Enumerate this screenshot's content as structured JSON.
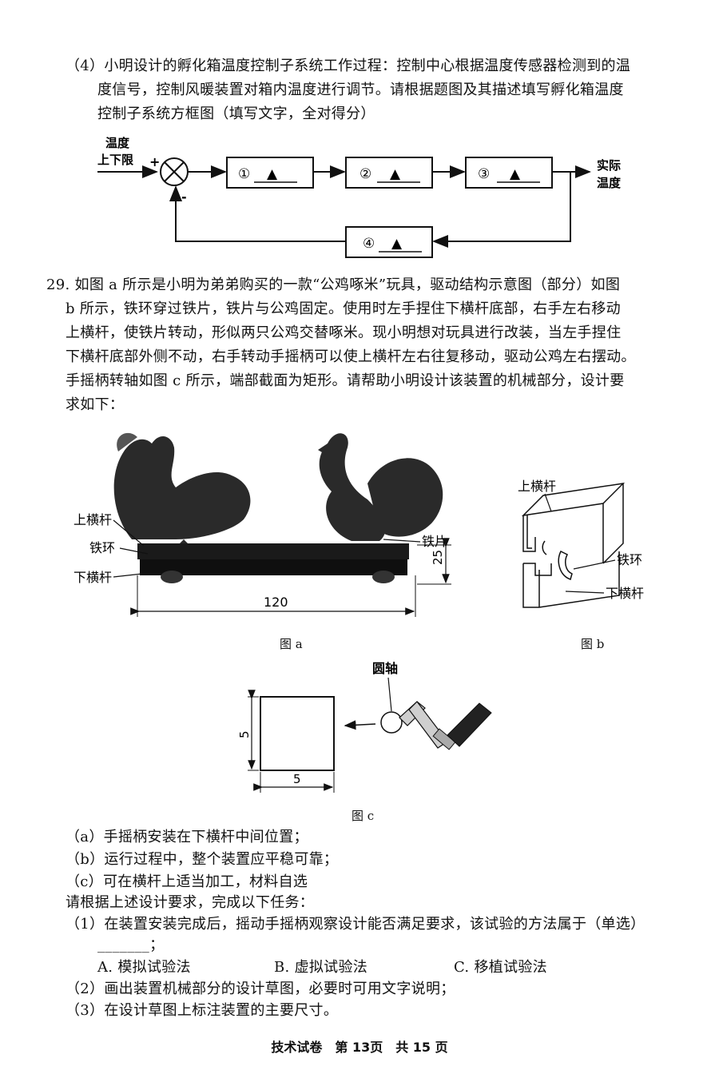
{
  "q28_4": {
    "lines": [
      "（4）小明设计的孵化箱温度控制子系统工作过程：控制中心根据温度传感器检测到的温",
      "度信号，控制风暖装置对箱内温度进行调节。请根据题图及其描述填写孵化箱温度",
      "控制子系统方框图（填写文字，全对得分）"
    ],
    "diagram": {
      "input_label_1": "温度",
      "input_label_2": "上下限",
      "plus": "+",
      "minus": "-",
      "output_label_1": "实际",
      "output_label_2": "温度",
      "box1": "①",
      "box2": "②",
      "box3": "③",
      "box4": "④",
      "blank_mark": "▲"
    }
  },
  "q29": {
    "lines": [
      "29. 如图 a 所示是小明为弟弟购买的一款“公鸡啄米”玩具，驱动结构示意图（部分）如图",
      "b 所示，铁环穿过铁片，铁片与公鸡固定。使用时左手捏住下横杆底部，右手左右移动",
      "上横杆，使铁片转动，形似两只公鸡交替啄米。现小明想对玩具进行改装，当左手捏住",
      "下横杆底部外侧不动，右手转动手摇柄可以使上横杆左右往复移动，驱动公鸡左右摆动。",
      "手摇柄转轴如图 c 所示，端部截面为矩形。请帮助小明设计该装置的机械部分，设计要",
      "求如下："
    ],
    "fig_a": {
      "caption": "图 a",
      "label_upper_bar": "上横杆",
      "label_iron_ring": "铁环",
      "label_lower_bar": "下横杆",
      "label_iron_sheet": "铁片",
      "dim_width": "120",
      "dim_height": "25"
    },
    "fig_b": {
      "caption": "图 b",
      "label_upper_bar": "上横杆",
      "label_iron_ring": "铁环",
      "label_lower_bar": "下横杆"
    },
    "fig_c": {
      "caption": "图 c",
      "label_shaft": "圆轴",
      "dim_side": "5",
      "dim_bottom": "5"
    },
    "requirements": [
      "（a）手摇柄安装在下横杆中间位置；",
      "（b）运行过程中，整个装置应平稳可靠；",
      "（c）可在横杆上适当加工，材料自选"
    ],
    "task_intro": "请根据上述设计要求，完成以下任务：",
    "task1_line1": "（1）在装置安装完成后，摇动手摇柄观察设计能否满足要求，该试验的方法属于（单选）",
    "task1_blank": "_______；",
    "options": [
      "A. 模拟试验法",
      "B. 虚拟试验法",
      "C. 移植试验法"
    ],
    "task2": "（2）画出装置机械部分的设计草图，必要时可用文字说明；",
    "task3": "（3）在设计草图上标注装置的主要尺寸。"
  },
  "footer": "技术试卷　第 13页　共 15 页"
}
